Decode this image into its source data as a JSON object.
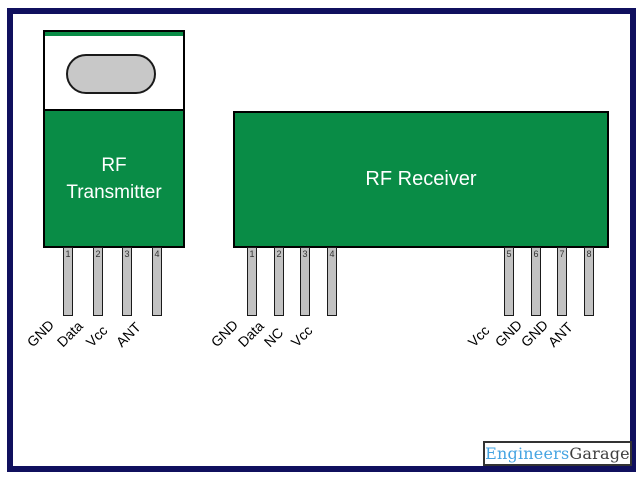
{
  "diagram": {
    "transmitter": {
      "title_line1": "RF",
      "title_line2": "Transmitter",
      "pins": [
        {
          "number": "1",
          "label": "GND"
        },
        {
          "number": "2",
          "label": "Data"
        },
        {
          "number": "3",
          "label": "Vcc"
        },
        {
          "number": "4",
          "label": "ANT"
        }
      ]
    },
    "receiver": {
      "title": "RF Receiver",
      "pins_left": [
        {
          "number": "1",
          "label": "GND"
        },
        {
          "number": "2",
          "label": "Data"
        },
        {
          "number": "3",
          "label": "NC"
        },
        {
          "number": "4",
          "label": "Vcc"
        }
      ],
      "pins_right": [
        {
          "number": "5",
          "label": "Vcc"
        },
        {
          "number": "6",
          "label": "GND"
        },
        {
          "number": "7",
          "label": "GND"
        },
        {
          "number": "8",
          "label": "ANT"
        }
      ]
    },
    "colors": {
      "module_green": "#098C46",
      "frame_navy": "#10105E",
      "pin_gray": "#C2C2C2",
      "logo_blue": "#45A4E2",
      "logo_gray": "#3F3F3F"
    }
  },
  "logo": {
    "part1": "Engineers",
    "part2": "Garage"
  }
}
